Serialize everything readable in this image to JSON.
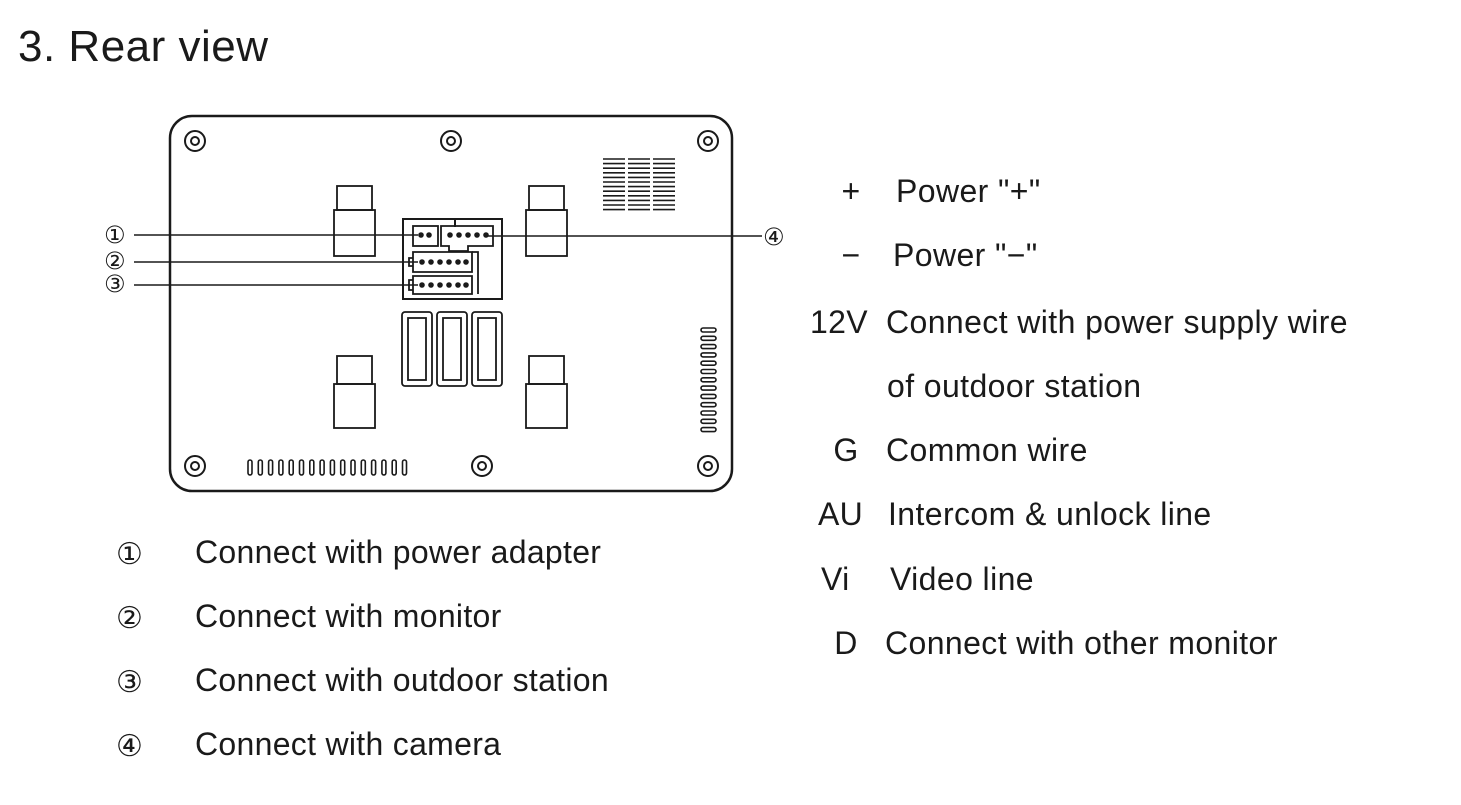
{
  "title": "3. Rear  view",
  "callouts": [
    "①",
    "②",
    "③",
    "④"
  ],
  "legend": [
    {
      "num": "①",
      "text": "Connect  with power adapter"
    },
    {
      "num": "②",
      "text": "Connect  with monitor"
    },
    {
      "num": "③",
      "text": "Connect with outdoor station"
    },
    {
      "num": "④",
      "text": "Connect with camera"
    }
  ],
  "wires": [
    {
      "code": "+",
      "desc": "Power \"+\""
    },
    {
      "code": "−",
      "desc": "Power  \"−\""
    },
    {
      "code": "12V",
      "desc": "Connect with power supply wire"
    },
    {
      "code": "",
      "desc": "of outdoor station"
    },
    {
      "code": "G",
      "desc": "Common wire"
    },
    {
      "code": "AU",
      "desc": "Intercom & unlock line"
    },
    {
      "code": "Vi",
      "desc": "Video line"
    },
    {
      "code": "D",
      "desc": "Connect with other monitor"
    }
  ]
}
